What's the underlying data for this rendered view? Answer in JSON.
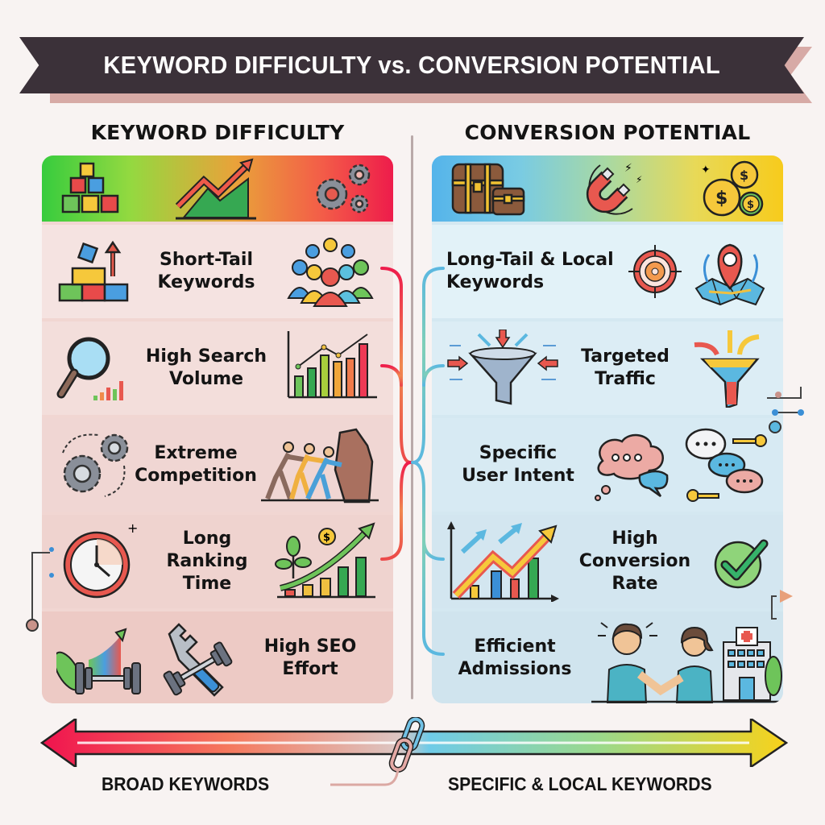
{
  "banner": {
    "title": "KEYWORD DIFFICULTY vs. CONVERSION POTENTIAL"
  },
  "left_section": {
    "title": "KEYWORD DIFFICULTY",
    "gradient_colors": [
      "#37cc3e",
      "#e9a23a",
      "#ee1c4b"
    ],
    "header_icons": [
      "stacked-blocks-icon",
      "rising-trend-arrow-icon",
      "gears-icon"
    ],
    "items": [
      {
        "label": "Short-Tail Keywords",
        "line1": "Short-Tail",
        "line2": "Keywords",
        "icons": [
          "blocks-arrow-icon",
          "crowd-icon"
        ]
      },
      {
        "label": "High Search Volume",
        "line1": "High Search",
        "line2": "Volume",
        "icons": [
          "magnifier-icon",
          "bar-chart-icon"
        ]
      },
      {
        "label": "Extreme Competition",
        "line1": "Extreme",
        "line2": "Competition",
        "icons": [
          "gears-cycle-icon",
          "people-pushing-rock-icon"
        ]
      },
      {
        "label": "Long Ranking Time",
        "line1": "Long",
        "line2": "Ranking",
        "line3": "Time",
        "icons": [
          "clock-icon",
          "plant-growth-chart-icon"
        ]
      },
      {
        "label": "High SEO Effort",
        "line1": "High SEO",
        "line2": "Effort",
        "icons": [
          "dumbbell-chart-icon",
          "wrench-dumbbell-icon"
        ]
      }
    ]
  },
  "right_section": {
    "title": "CONVERSION POTENTIAL",
    "gradient_colors": [
      "#55b4ea",
      "#a9d9a2",
      "#f7cb1c"
    ],
    "header_icons": [
      "treasure-chest-icon",
      "magnet-icon",
      "coins-icon"
    ],
    "items": [
      {
        "label": "Long-Tail & Local Keywords",
        "line1": "Long-Tail & Local",
        "line2": "Keywords",
        "icons": [
          "target-icon",
          "map-pin-icon"
        ]
      },
      {
        "label": "Targeted Traffic",
        "line1": "Targeted",
        "line2": "Traffic",
        "icons": [
          "funnel-icon",
          "color-funnel-icon"
        ]
      },
      {
        "label": "Specific User Intent",
        "line1": "Specific",
        "line2": "User Intent",
        "icons": [
          "thought-bubble-icon",
          "chat-keys-icon"
        ]
      },
      {
        "label": "High Conversion Rate",
        "line1": "High",
        "line2": "Conversion",
        "line3": "Rate",
        "icons": [
          "growth-chart-icon",
          "checkmark-icon"
        ]
      },
      {
        "label": "Efficient Admissions",
        "line1": "Efficient",
        "line2": "Admissions",
        "icons": [
          "handshake-hospital-icon"
        ]
      }
    ]
  },
  "axis": {
    "left_label": "BROAD KEYWORDS",
    "right_label": "SPECIFIC & LOCAL KEYWORDS",
    "center_icon": "chain-link-icon",
    "gradient_colors": [
      "#f0134e",
      "#f5785d",
      "#dcc6c3",
      "#6fcbe8",
      "#9bd98a",
      "#f8d21a"
    ]
  }
}
